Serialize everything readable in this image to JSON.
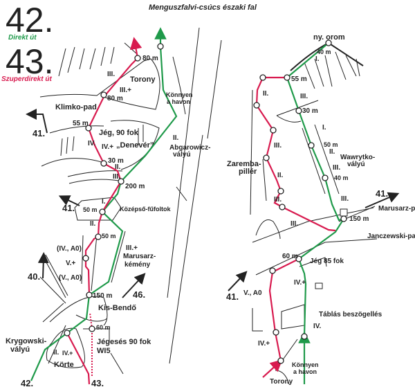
{
  "title": "Menguszfalvi-csúcs északi fal",
  "routes": [
    {
      "number": "42.",
      "name": "Direkt út",
      "color": "#1f9a4a"
    },
    {
      "number": "43.",
      "name": "Szuperdirekt út",
      "color": "#d81b4f"
    }
  ],
  "left": {
    "pitch_80m_top": "80 m",
    "pitch_80m_mid": "80 m",
    "pitch_55m": "55 m",
    "pitch_30m": "30 m",
    "pitch_200m": "200 m",
    "pitch_50m_a": "50 m",
    "pitch_50m_b": "50 m",
    "pitch_150m": "150 m",
    "pitch_60m": "60 m",
    "g_III_a": "III.",
    "g_IIIplus_a": "III.+",
    "g_IV": "IV.",
    "g_IVplus_a": "IV.+",
    "g_II_a": "II.",
    "g_III_b": "III.",
    "g_II_b": "II.",
    "g_I": "I.",
    "g_II_c": "II.",
    "g_IIIplus_b": "III.+",
    "g_IV_A0": "(IV., A0)",
    "g_Vplus": "V.+",
    "g_V_A0": "(V., A0)",
    "g_II_d": "II.",
    "g_IVplus_b": "IV.+",
    "torony": "Torony",
    "klimko": "Klimko-pad",
    "jeg90": "Jég, 90 fok",
    "denever": "„Denevér”",
    "konnyen1": "Könnyen",
    "konnyen2": "a havon",
    "abgar1": "Abgarowicz-",
    "abgar2": "vályú",
    "kozepso": "Középső-fűfoltok",
    "marusarz1": "Marusarz-",
    "marusarz2": "kémény",
    "kisbendo": "Kis-Bendő",
    "jegeses": "Jégesés 90 fok",
    "wi5": "WI5",
    "krygowski1": "Krygowski-",
    "krygowski2": "vályú",
    "korte": "Körte",
    "ref41": "41.",
    "ref41b": "41.",
    "ref40": "40.",
    "ref46": "46.",
    "end42": "42.",
    "end43": "43."
  },
  "right": {
    "nyorom": "ny. orom",
    "p40m_top": "40 m",
    "p55m": "55 m",
    "p30m": "30 m",
    "p50m": "50 m",
    "p40m": "40 m",
    "p150m": "150 m",
    "p60m": "60 m",
    "g_I_a": "I.",
    "g_II_a": "II.",
    "g_III_a": "III.",
    "g_I_b": "I.",
    "g_II_b": "II.",
    "g_III_b": "III.",
    "g_III_c": "III.",
    "g_II_c": "II.",
    "g_III_d": "III.",
    "g_III_e": "III.",
    "g_V_A0": "V., A0",
    "g_IVplus_a": "IV.+",
    "g_IV": "IV.",
    "g_IVplus_b": "IV.+",
    "zaremba1": "Zaremba-",
    "zaremba2": "pillér",
    "wawrytko1": "Wawrytko-",
    "wawrytko2": "vályú",
    "marusarzpad": "Marusarz-pad",
    "janczewski": "Janczewski-pad",
    "jeg85": "Jég 85 fok",
    "tablas": "Táblás beszögellés",
    "konnyen1": "Könnyen",
    "konnyen2": "a havon",
    "torony": "Torony",
    "ref41a": "41.",
    "ref41b": "41."
  }
}
